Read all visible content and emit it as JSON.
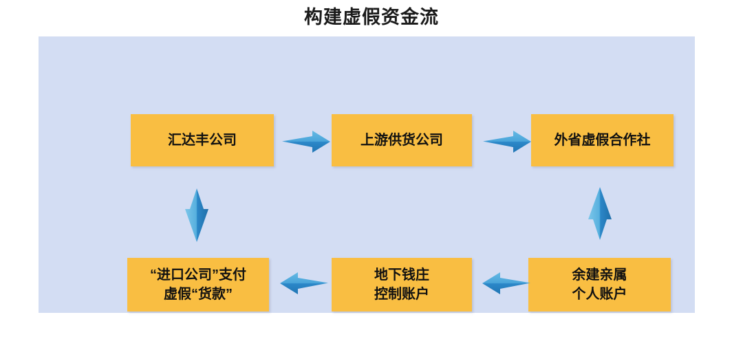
{
  "title": "构建虚假资金流",
  "colors": {
    "panel_background": "#d3ddf3",
    "node_fill": "#f9be42",
    "arrow_light": "#5cb3e0",
    "arrow_dark": "#2b87c8",
    "text": "#111111",
    "page_background": "#ffffff"
  },
  "nodes": [
    {
      "id": "huidafeng",
      "label": "汇达丰公司"
    },
    {
      "id": "supplier",
      "label": "上游供货公司"
    },
    {
      "id": "coop",
      "label": "外省虚假合作社"
    },
    {
      "id": "personal",
      "label": "余建亲属\n个人账户"
    },
    {
      "id": "underground",
      "label": "地下钱庄\n控制账户"
    },
    {
      "id": "importpay",
      "label": "“进口公司”支付\n虚假“货款”"
    }
  ],
  "arrows": [
    {
      "id": "arrow-1",
      "from": "汇达丰公司",
      "to": "上游供货公司",
      "direction": "right"
    },
    {
      "id": "arrow-2",
      "from": "上游供货公司",
      "to": "外省虚假合作社",
      "direction": "right"
    },
    {
      "id": "arrow-down-right",
      "from": "外省虚假合作社",
      "to": "余建亲属个人账户",
      "direction": "down"
    },
    {
      "id": "arrow-4",
      "from": "余建亲属个人账户",
      "to": "地下钱庄控制账户",
      "direction": "left"
    },
    {
      "id": "arrow-3",
      "from": "地下钱庄控制账户",
      "to": "“进口公司”支付虚假“货款”",
      "direction": "left"
    },
    {
      "id": "arrow-up-left",
      "from": "“进口公司”支付虚假“货款”",
      "to": "汇达丰公司",
      "direction": "up"
    }
  ]
}
